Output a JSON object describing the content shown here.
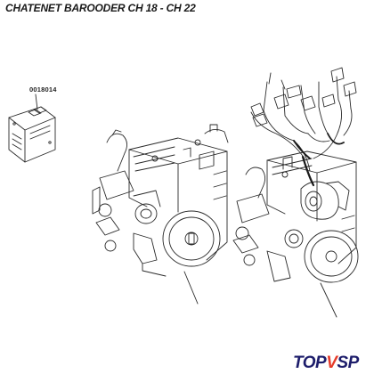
{
  "header": {
    "title": "CHATENET BAROODER CH 18 - CH 22"
  },
  "callout": {
    "part_number": "0018014"
  },
  "brand": {
    "part1": "TOP",
    "accent": "V",
    "part2": "SP",
    "accent_color": "#e63c2a",
    "primary_color": "#1d1d6b"
  }
}
